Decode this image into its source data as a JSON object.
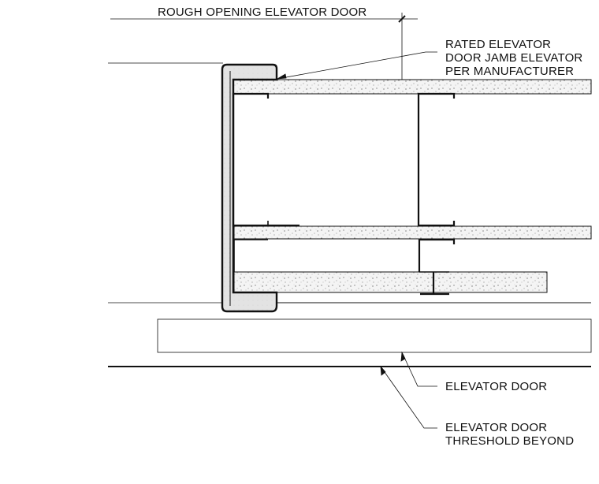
{
  "labels": {
    "rough_opening": "ROUGH OPENING ELEVATOR DOOR",
    "door_jamb": {
      "line1": "RATED ELEVATOR",
      "line2": "DOOR JAMB ELEVATOR",
      "line3": "PER MANUFACTURER"
    },
    "elevator_door": "ELEVATOR DOOR",
    "threshold": {
      "line1": "ELEVATOR DOOR",
      "line2": "THRESHOLD BEYOND"
    }
  },
  "colors": {
    "line": "#111111",
    "gypsum_fill": "#f2f2f2",
    "jamb_fill": "#e6e6e6"
  }
}
